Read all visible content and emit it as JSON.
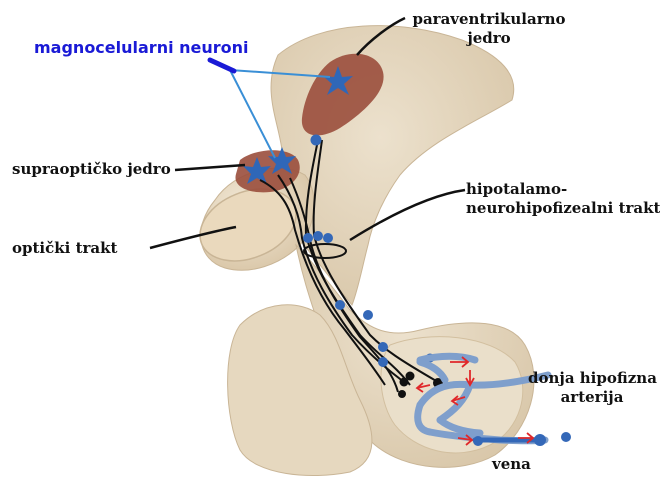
{
  "labels": {
    "magnocellular": "magnocelularni neuroni",
    "paraventricular_line1": "paraventrikularno",
    "paraventricular_line2": "jedro",
    "supraoptic": "supraoptičko jedro",
    "hypothalamo_line1": "hipotalamo-",
    "hypothalamo_line2": "neurohipofizealni trakt",
    "optic_tract": "optički trakt",
    "inferior_line1": "donja hipofizna",
    "inferior_line2": "arterija",
    "vein": "vena"
  },
  "colors": {
    "tissue": "#e2d4bd",
    "tissue_edge": "#c9b596",
    "nucleus": "#9a4e3c",
    "neuron": "#2f67b8",
    "vessel": "#7f9fcc",
    "flow_arrow": "#e0282a",
    "magno_label": "#1a1ad6"
  }
}
